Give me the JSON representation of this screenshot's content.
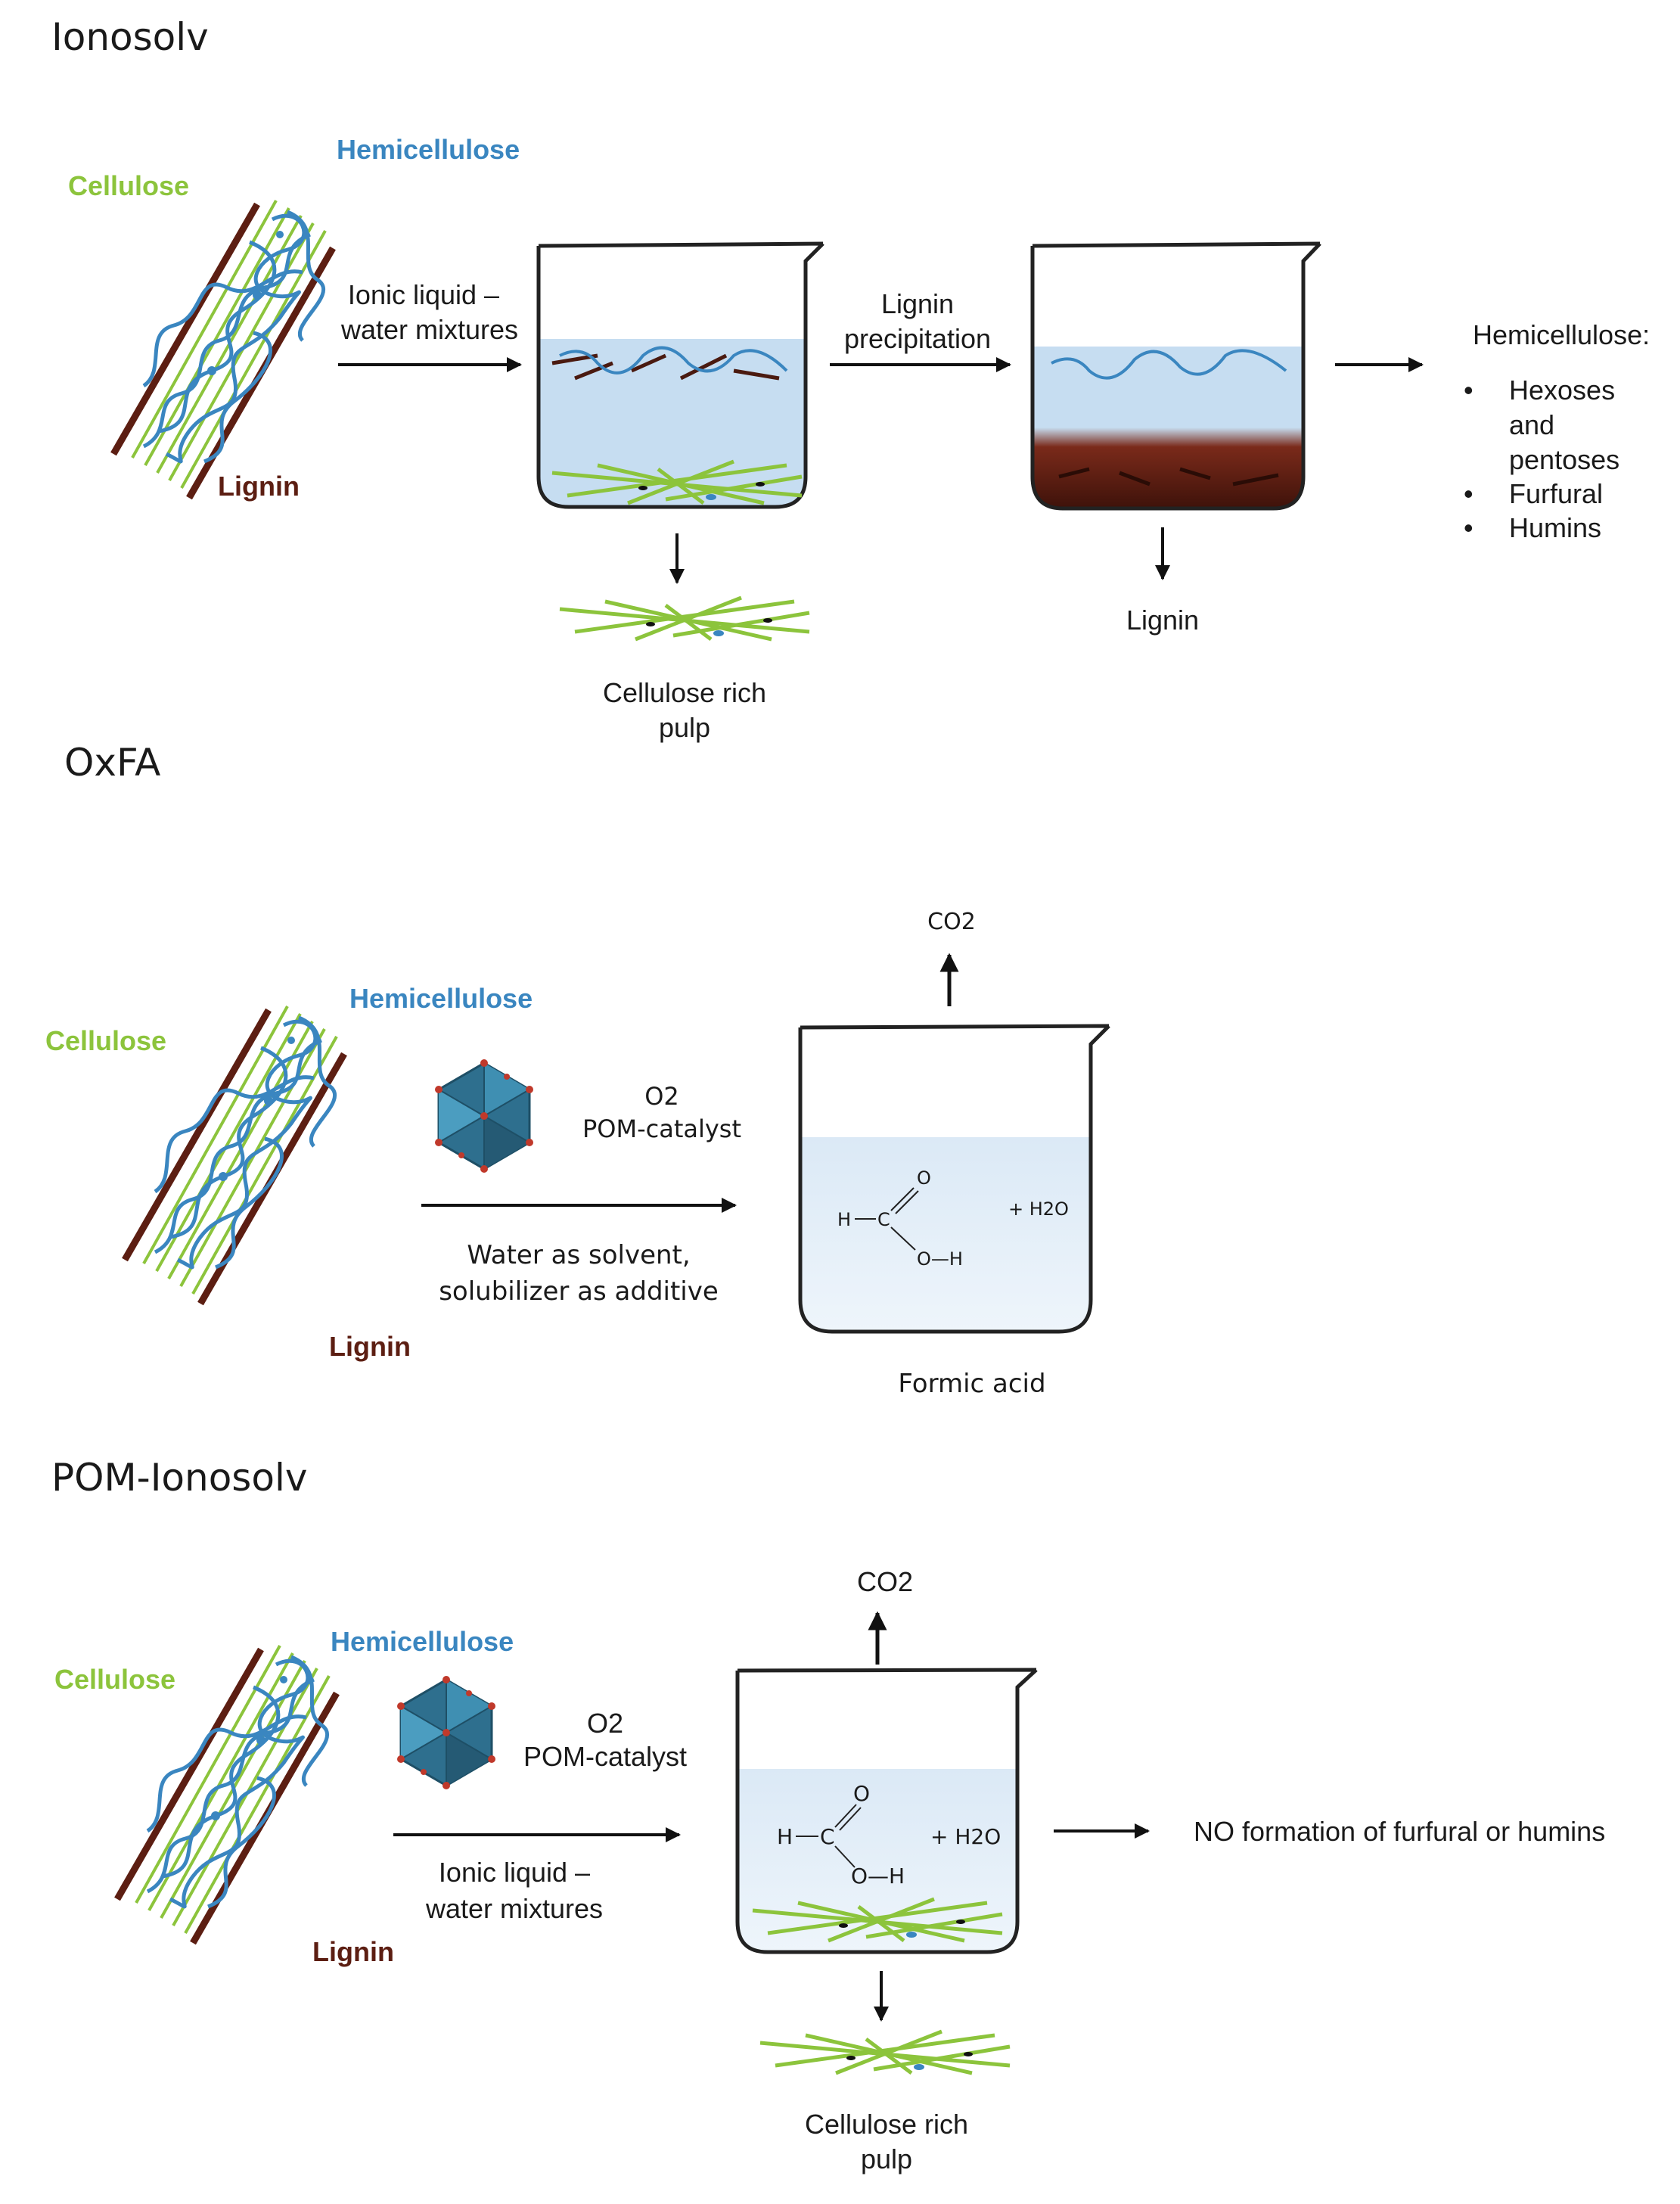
{
  "sections": {
    "ionosolv": {
      "title": "Ionosolv",
      "cellulose": "Cellulose",
      "hemicellulose": "Hemicellulose",
      "lignin": "Lignin",
      "step1": [
        "Ionic liquid –",
        "water mixtures"
      ],
      "step2": [
        "Lignin",
        "precipitation"
      ],
      "pulp": [
        "Cellulose rich",
        "pulp"
      ],
      "lignin_out": "Lignin",
      "hemi_products_title": "Hemicellulose:",
      "hemi_products": [
        "Hexoses",
        "and",
        "pentoses",
        "Furfural",
        "Humins"
      ]
    },
    "oxfa": {
      "title": "OxFA",
      "cellulose": "Cellulose",
      "hemicellulose": "Hemicellulose",
      "lignin": "Lignin",
      "oxidant": "O2",
      "catalyst": "POM-catalyst",
      "conditions": [
        "Water as solvent,",
        "solubilizer as additive"
      ],
      "gas": "CO2",
      "product": "Formic acid",
      "water": "+ H2O"
    },
    "pom_ionosolv": {
      "title": "POM-Ionosolv",
      "cellulose": "Cellulose",
      "hemicellulose": "Hemicellulose",
      "lignin": "Lignin",
      "oxidant": "O2",
      "catalyst": "POM-catalyst",
      "conditions": [
        "Ionic liquid –",
        "water mixtures"
      ],
      "gas": "CO2",
      "water": "+ H2O",
      "result": "NO formation of furfural or humins",
      "pulp": [
        "Cellulose rich",
        "pulp"
      ]
    }
  },
  "chem": {
    "h": "H",
    "c": "C",
    "o": "O",
    "oh": "O—H"
  },
  "colors": {
    "cellulose": "#8cc43c",
    "hemicellulose": "#3a86c0",
    "lignin": "#5c1e12",
    "liquid": "#c6ddf1",
    "pom": "#2e6f8e"
  }
}
